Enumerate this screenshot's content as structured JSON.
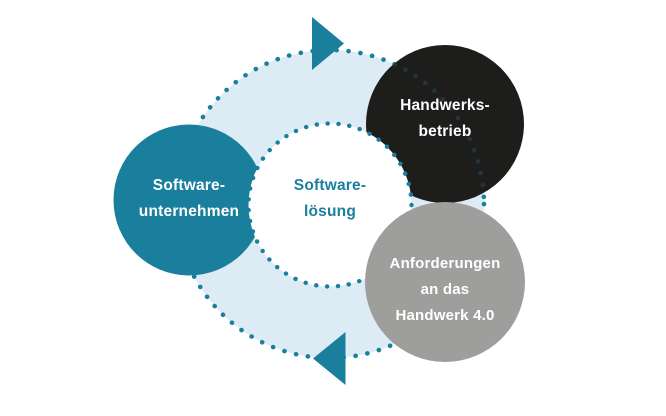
{
  "diagram": {
    "type": "cycle-diagram",
    "flow_direction": "clockwise",
    "center": {
      "id": "software-loesung",
      "lines": [
        "Software-",
        "lösung"
      ],
      "fill": "#ffffff",
      "border_style": "dotted",
      "text_color": "#1a7f9d"
    },
    "nodes": [
      {
        "id": "software-unternehmen",
        "lines": [
          "Software-",
          "unternehmen"
        ],
        "fill": "#1a7f9d",
        "text_color": "#ffffff",
        "position": "left"
      },
      {
        "id": "handwerksbetrieb",
        "lines": [
          "Handwerks-",
          "betrieb"
        ],
        "fill": "#1d1d1b",
        "text_color": "#ffffff",
        "position": "top-right"
      },
      {
        "id": "anforderungen-handwerk-4-0",
        "lines": [
          "Anforderungen",
          "an das",
          "Handwerk 4.0"
        ],
        "fill": "#9e9e9d",
        "text_color": "#ffffff",
        "position": "bottom-right"
      }
    ],
    "arrows": [
      {
        "id": "arrow-top",
        "direction": "right",
        "color": "#1a7f9d"
      },
      {
        "id": "arrow-bottom",
        "direction": "left",
        "color": "#1a7f9d"
      }
    ],
    "colors": {
      "teal": "#1a7f9d",
      "ring_light_blue": "#dcebf4",
      "black": "#1d1d1b",
      "gray": "#9e9e9d",
      "dot_teal": "#1a7f9d",
      "dot_on_black": "#1f3640",
      "background": "#ffffff"
    }
  }
}
